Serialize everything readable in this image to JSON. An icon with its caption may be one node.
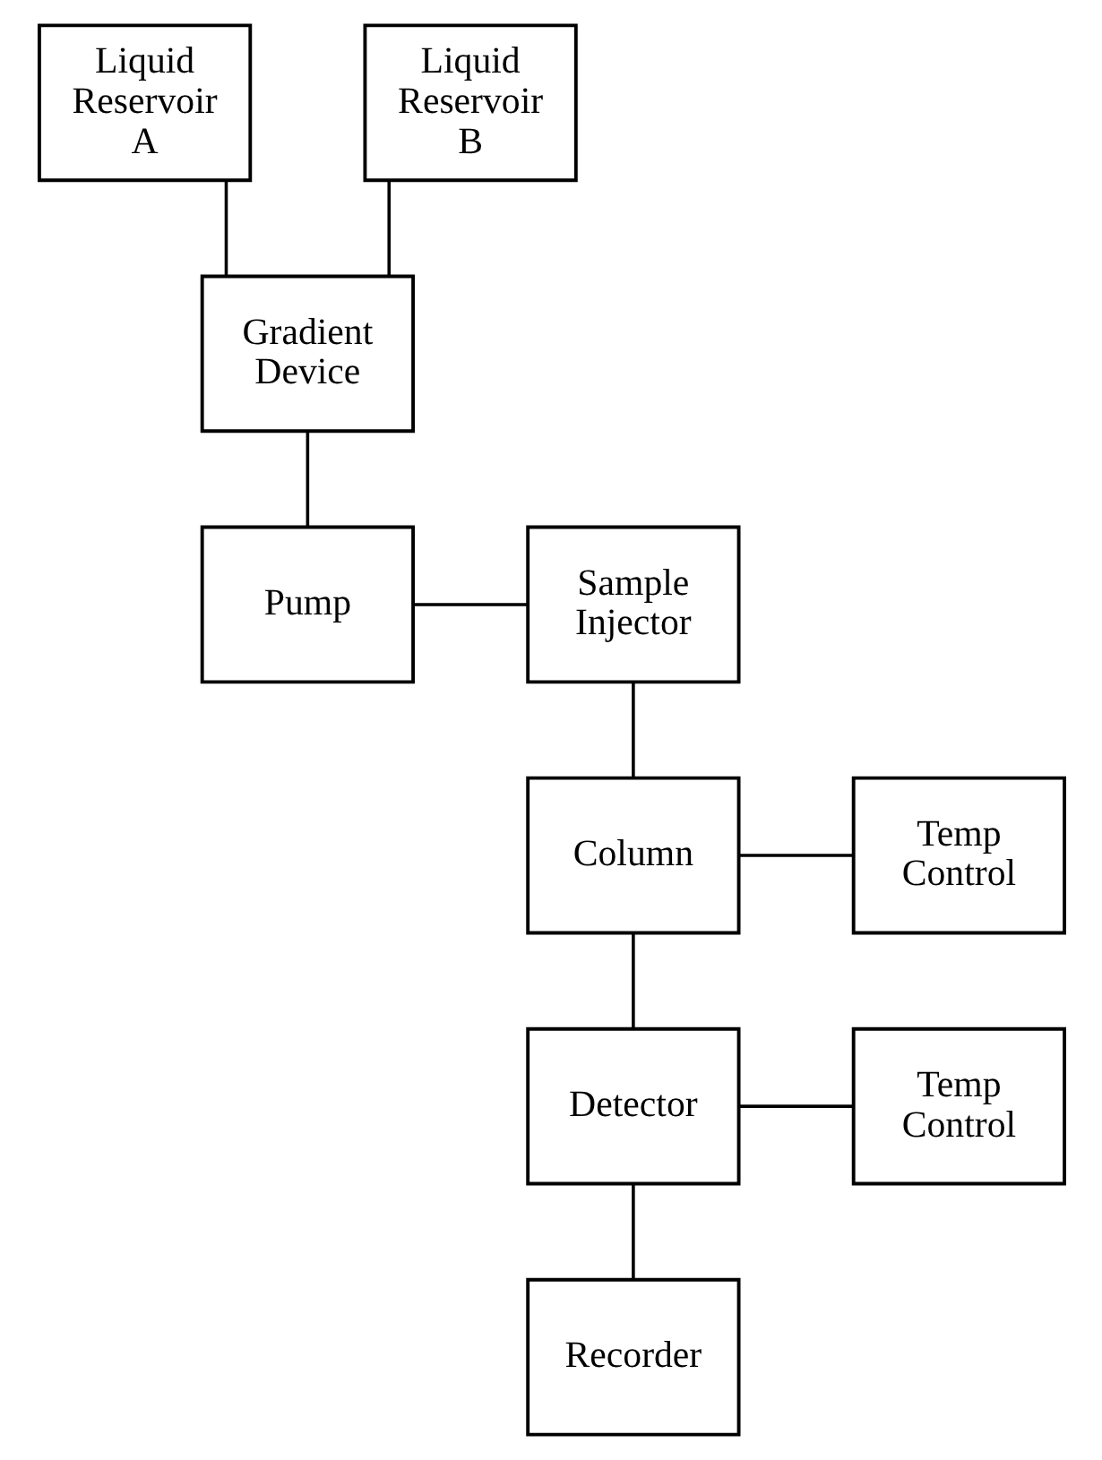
{
  "diagram": {
    "nodes": [
      {
        "text": [
          "Liquid Reservoir A"
        ]
      },
      {
        "text": [
          "Liquid Reservoir B"
        ]
      },
      {
        "text": [
          "Gradient Device"
        ]
      },
      {
        "text": [
          "Pump"
        ]
      },
      {
        "text": [
          "Sample Injector"
        ]
      },
      {
        "text": [
          "Column"
        ]
      },
      {
        "text": [
          "Temp Control"
        ]
      },
      {
        "text": [
          "Detector"
        ]
      },
      {
        "text": [
          "Temp Control"
        ]
      },
      {
        "text": [
          "Recorder"
        ]
      }
    ],
    "edges": [
      {
        "from": 0,
        "to": 2,
        "arrow": "none"
      },
      {
        "from": 1,
        "to": 2,
        "arrow": "none"
      },
      {
        "from": 2,
        "to": 3,
        "arrow": "none"
      },
      {
        "from": 3,
        "to": 4,
        "arrow": "none"
      },
      {
        "from": 4,
        "to": 5,
        "arrow": "none"
      },
      {
        "from": 5,
        "to": 6,
        "arrow": "none"
      },
      {
        "from": 5,
        "to": 7,
        "arrow": "none"
      },
      {
        "from": 7,
        "to": 8,
        "arrow": "none"
      },
      {
        "from": 7,
        "to": 9,
        "arrow": "none"
      }
    ]
  }
}
